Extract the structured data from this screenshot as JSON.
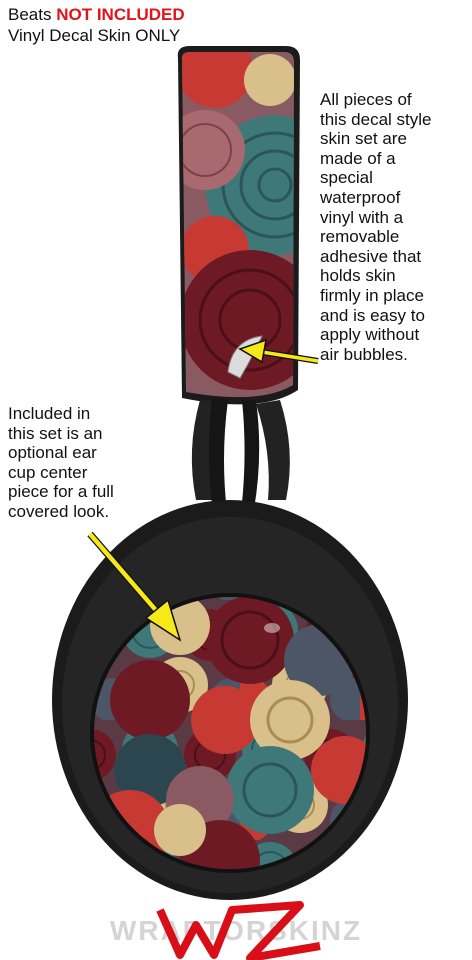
{
  "header": {
    "line1_prefix": "Beats",
    "line1_highlight": "NOT INCLUDED",
    "line2": "Vinyl Decal Skin ONLY"
  },
  "notes": {
    "right": "All pieces of\nthis decal style\nskin set are\nmade of a\nspecial\nwaterproof\nvinyl with a\nremovable\nadhesive that\nholds skin\nfirmly in place\nand is easy to\napply without\nair bubbles.",
    "left": "Included in\nthis set is an\noptional ear\ncup center\npiece for a full\ncovered look."
  },
  "brand": {
    "name": "WRAPTORSKINZ",
    "logo_label": "WZ"
  },
  "colors": {
    "highlight_red": "#e0141b",
    "arrow_yellow": "#f7e81a",
    "headphone_black": "#1b1b1b",
    "flower_teal": "#3f7878",
    "flower_burgundy": "#6e1a24",
    "flower_red": "#c63a33",
    "flower_cream": "#d9c08a",
    "flower_slate": "#4c5666",
    "flower_mauve": "#8a5a62"
  },
  "icons": [
    "yellow-arrow-icon",
    "peel-corner-icon",
    "brand-logo-icon"
  ]
}
